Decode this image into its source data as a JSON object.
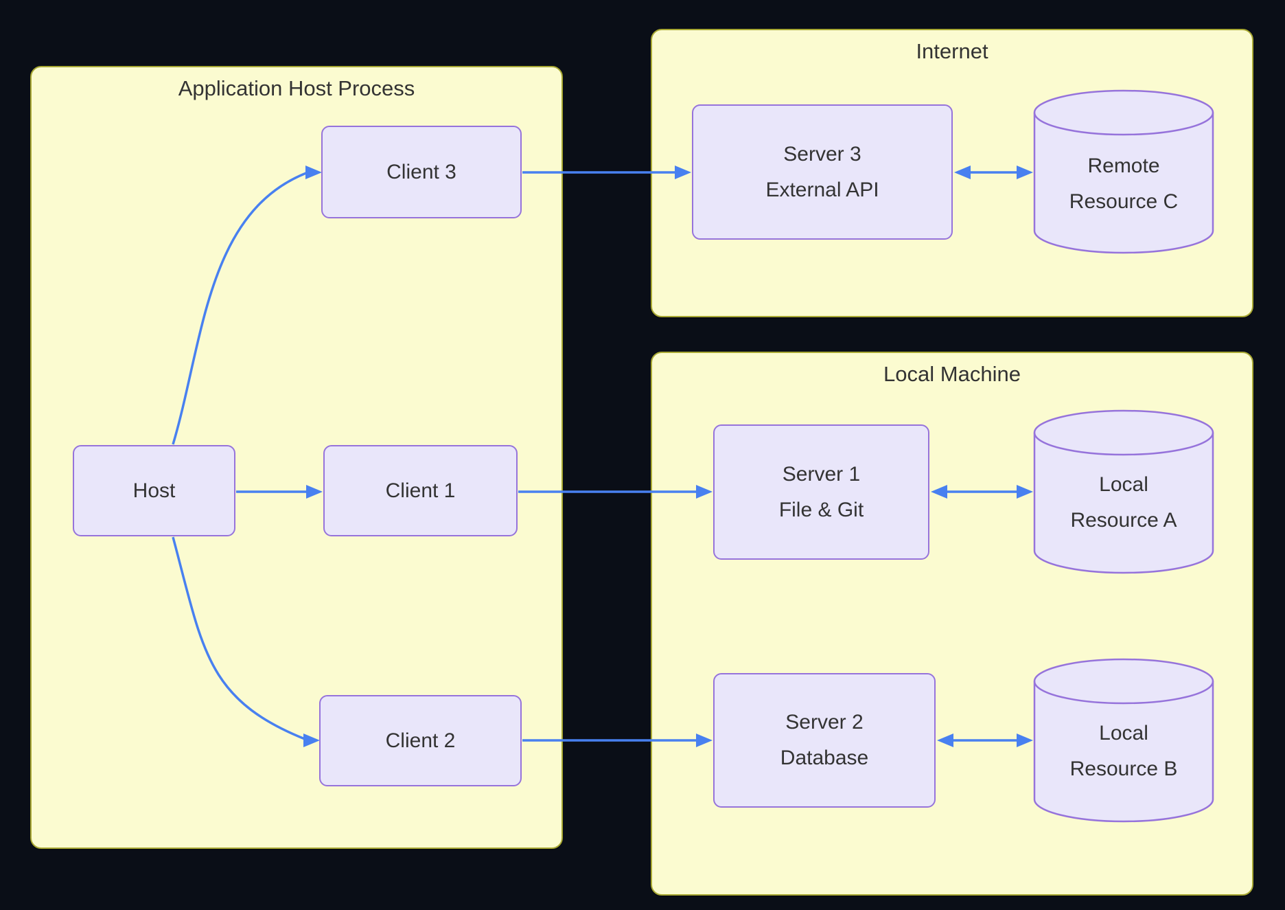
{
  "theme": {
    "bg": "#0a0e17",
    "group_fill": "#fbfbd0",
    "group_border": "#a8a833",
    "node_fill": "#e9e6fa",
    "node_border": "#9673db",
    "edge": "#4880f0",
    "text": "#333333"
  },
  "groups": {
    "app_host": {
      "title": "Application Host Process"
    },
    "internet": {
      "title": "Internet"
    },
    "local_machine": {
      "title": "Local Machine"
    }
  },
  "nodes": {
    "host": {
      "label": "Host"
    },
    "client1": {
      "label": "Client 1"
    },
    "client2": {
      "label": "Client 2"
    },
    "client3": {
      "label": "Client 3"
    },
    "server1": {
      "line1": "Server 1",
      "line2": "File & Git"
    },
    "server2": {
      "line1": "Server 2",
      "line2": "Database"
    },
    "server3": {
      "line1": "Server 3",
      "line2": "External API"
    },
    "resource_a": {
      "line1": "Local",
      "line2": "Resource A"
    },
    "resource_b": {
      "line1": "Local",
      "line2": "Resource B"
    },
    "resource_c": {
      "line1": "Remote",
      "line2": "Resource C"
    }
  },
  "edges": [
    {
      "from": "Host",
      "to": "Client 1",
      "type": "arrow"
    },
    {
      "from": "Host",
      "to": "Client 2",
      "type": "arrow"
    },
    {
      "from": "Host",
      "to": "Client 3",
      "type": "arrow"
    },
    {
      "from": "Client 1",
      "to": "Server 1",
      "type": "arrow"
    },
    {
      "from": "Client 2",
      "to": "Server 2",
      "type": "arrow"
    },
    {
      "from": "Client 3",
      "to": "Server 3",
      "type": "arrow"
    },
    {
      "from": "Server 1",
      "to": "Local Resource A",
      "type": "bidirectional"
    },
    {
      "from": "Server 2",
      "to": "Local Resource B",
      "type": "bidirectional"
    },
    {
      "from": "Server 3",
      "to": "Remote Resource C",
      "type": "bidirectional"
    }
  ]
}
